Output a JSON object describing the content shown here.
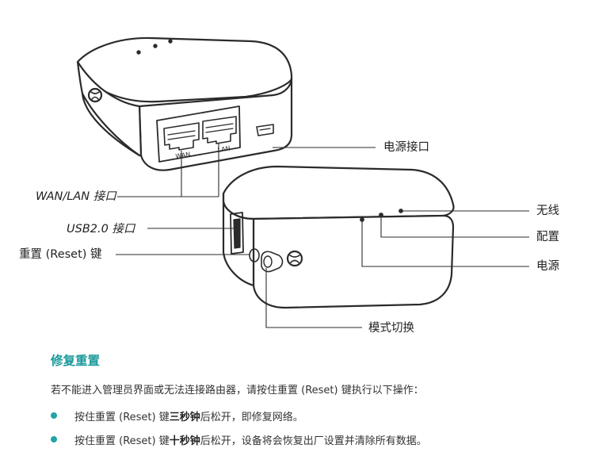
{
  "labels": {
    "power_port": "电源接口",
    "wan_lan_port": "WAN/LAN 接口",
    "usb_port": "USB2.0 接口",
    "reset_key": "重置 (Reset) 键",
    "wireless": "无线",
    "config": "配置",
    "power": "电源",
    "mode_switch": "模式切换",
    "port_wan": "WAN",
    "port_lan": "LAN"
  },
  "section": {
    "title": "修复重置",
    "intro": "若不能进入管理员界面或无法连接路由器，请按住重置 (Reset) 键执行以下操作：",
    "items": [
      {
        "pre": "按住重置 (Reset) 键",
        "bold": "三秒钟",
        "post": "后松开，即修复网络。"
      },
      {
        "pre": "按住重置 (Reset) 键",
        "bold": "十秒钟",
        "post": "后松开，设备将会恢复出厂设置并清除所有数据。"
      }
    ]
  },
  "colors": {
    "accent": "#1b9a9b",
    "bullet": "#1fa5a6",
    "stroke": "#2b2b2b"
  }
}
